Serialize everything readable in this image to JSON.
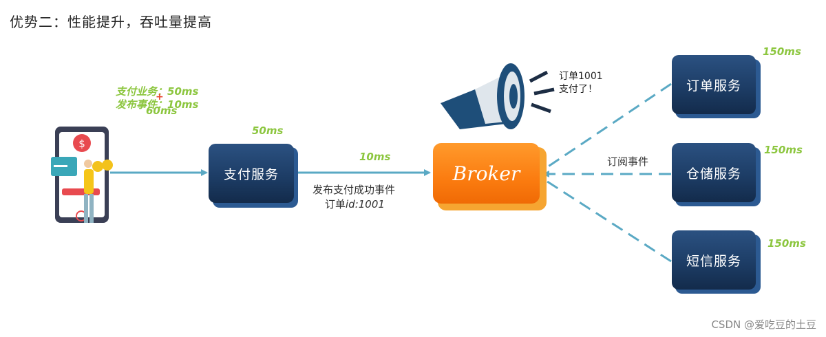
{
  "title": "优势二：性能提升，吞吐量提高",
  "left_note": {
    "line1": "支付业务：50ms",
    "line2": "发布事件：10ms",
    "total": "60ms"
  },
  "pay_service": {
    "label": "支付服务",
    "time": "50ms"
  },
  "publish": {
    "time": "10ms",
    "line1": "发布支付成功事件",
    "line2_prefix": "订单",
    "line2_id": "id:1001"
  },
  "broker": {
    "label": "Broker"
  },
  "announcement": {
    "line1": "订单1001",
    "line2": "支付了！"
  },
  "subscribe_label": "订阅事件",
  "services": [
    {
      "label": "订单服务",
      "time": "150ms"
    },
    {
      "label": "仓储服务",
      "time": "150ms"
    },
    {
      "label": "短信服务",
      "time": "150ms"
    }
  ],
  "watermark": "CSDN @爱吃豆的土豆",
  "colors": {
    "service_box": "#1d3d66",
    "broker": "#fb7c10",
    "time_label": "#8cc63f",
    "connector": "#5aa9c4"
  }
}
